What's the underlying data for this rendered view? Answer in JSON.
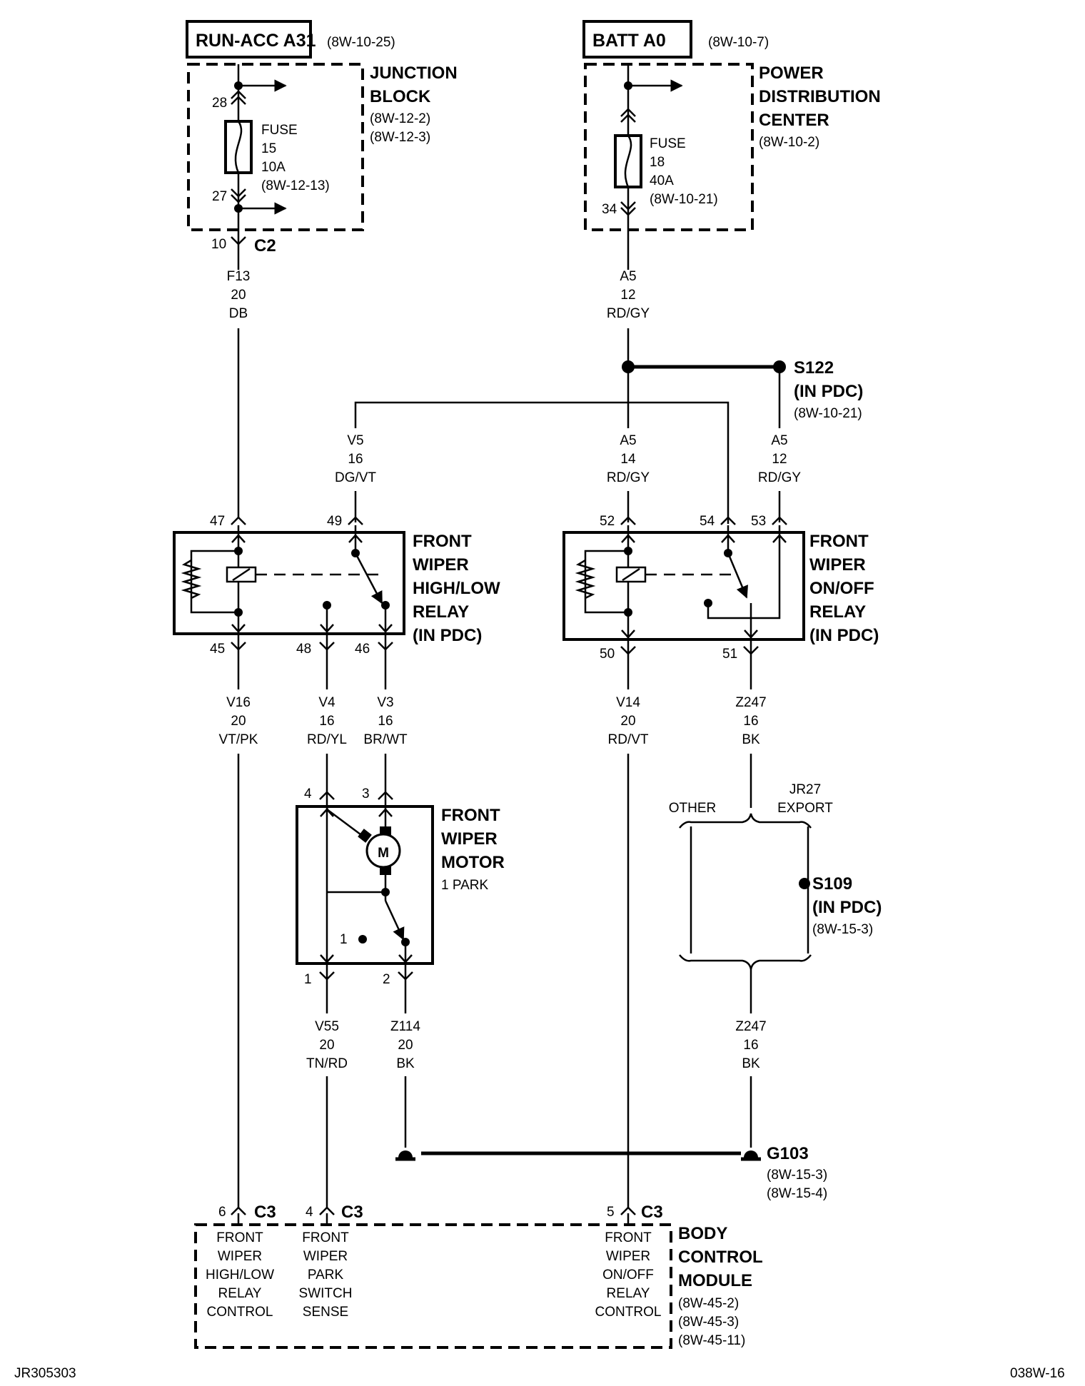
{
  "sources": {
    "run_acc": {
      "label": "RUN-ACC A31",
      "ref": "(8W-10-25)"
    },
    "batt": {
      "label": "BATT A0",
      "ref": "(8W-10-7)"
    }
  },
  "junction_block": {
    "title1": "JUNCTION",
    "title2": "BLOCK",
    "ref1": "(8W-12-2)",
    "ref2": "(8W-12-3)",
    "pin_top": "28",
    "pin_bottom": "27",
    "fuse": [
      "FUSE",
      "15",
      "10A",
      "(8W-12-13)"
    ],
    "connector_pin": "10",
    "connector": "C2"
  },
  "pdc": {
    "title1": "POWER",
    "title2": "DISTRIBUTION",
    "title3": "CENTER",
    "ref": "(8W-10-2)",
    "pin_bottom": "34",
    "fuse": [
      "FUSE",
      "18",
      "40A",
      "(8W-10-21)"
    ]
  },
  "wires": {
    "f13": [
      "F13",
      "20",
      "DB"
    ],
    "a5_top": [
      "A5",
      "12",
      "RD/GY"
    ],
    "v5": [
      "V5",
      "16",
      "DG/VT"
    ],
    "a5_mid": [
      "A5",
      "14",
      "RD/GY"
    ],
    "a5_right": [
      "A5",
      "12",
      "RD/GY"
    ],
    "v16": [
      "V16",
      "20",
      "VT/PK"
    ],
    "v4": [
      "V4",
      "16",
      "RD/YL"
    ],
    "v3": [
      "V3",
      "16",
      "BR/WT"
    ],
    "v14": [
      "V14",
      "20",
      "RD/VT"
    ],
    "z247_top": [
      "Z247",
      "16",
      "BK"
    ],
    "v55": [
      "V55",
      "20",
      "TN/RD"
    ],
    "z114": [
      "Z114",
      "20",
      "BK"
    ],
    "z247_bottom": [
      "Z247",
      "16",
      "BK"
    ]
  },
  "splice_s122": {
    "label": "S122",
    "sub": "(IN PDC)",
    "ref": "(8W-10-21)"
  },
  "relay_hl": {
    "lines": [
      "FRONT",
      "WIPER",
      "HIGH/LOW",
      "RELAY",
      "(IN PDC)"
    ],
    "pins": {
      "p47": "47",
      "p49": "49",
      "p45": "45",
      "p48": "48",
      "p46": "46"
    }
  },
  "relay_onoff": {
    "lines": [
      "FRONT",
      "WIPER",
      "ON/OFF",
      "RELAY",
      "(IN PDC)"
    ],
    "pins": {
      "p52": "52",
      "p54": "54",
      "p53": "53",
      "p50": "50",
      "p51": "51"
    }
  },
  "motor": {
    "lines": [
      "FRONT",
      "WIPER",
      "MOTOR"
    ],
    "sub": "1 PARK",
    "symbol": "M",
    "pins": {
      "p4": "4",
      "p3": "3",
      "p1": "1",
      "p2": "2",
      "park": "1"
    }
  },
  "option": {
    "other": "OTHER",
    "jr27": "JR27",
    "export": "EXPORT"
  },
  "splice_s109": {
    "label": "S109",
    "sub": "(IN PDC)",
    "ref": "(8W-15-3)"
  },
  "ground_g103": {
    "label": "G103",
    "ref1": "(8W-15-3)",
    "ref2": "(8W-15-4)"
  },
  "bcm": {
    "title": [
      "BODY",
      "CONTROL",
      "MODULE"
    ],
    "refs": [
      "(8W-45-2)",
      "(8W-45-3)",
      "(8W-45-11)"
    ],
    "pins": [
      {
        "pin": "6",
        "conn": "C3",
        "lines": [
          "FRONT",
          "WIPER",
          "HIGH/LOW",
          "RELAY",
          "CONTROL"
        ]
      },
      {
        "pin": "4",
        "conn": "C3",
        "lines": [
          "FRONT",
          "WIPER",
          "PARK",
          "SWITCH",
          "SENSE"
        ]
      },
      {
        "pin": "5",
        "conn": "C3",
        "lines": [
          "FRONT",
          "WIPER",
          "ON/OFF",
          "RELAY",
          "CONTROL"
        ]
      }
    ]
  },
  "footer": {
    "left": "JR305303",
    "right": "038W-16"
  }
}
